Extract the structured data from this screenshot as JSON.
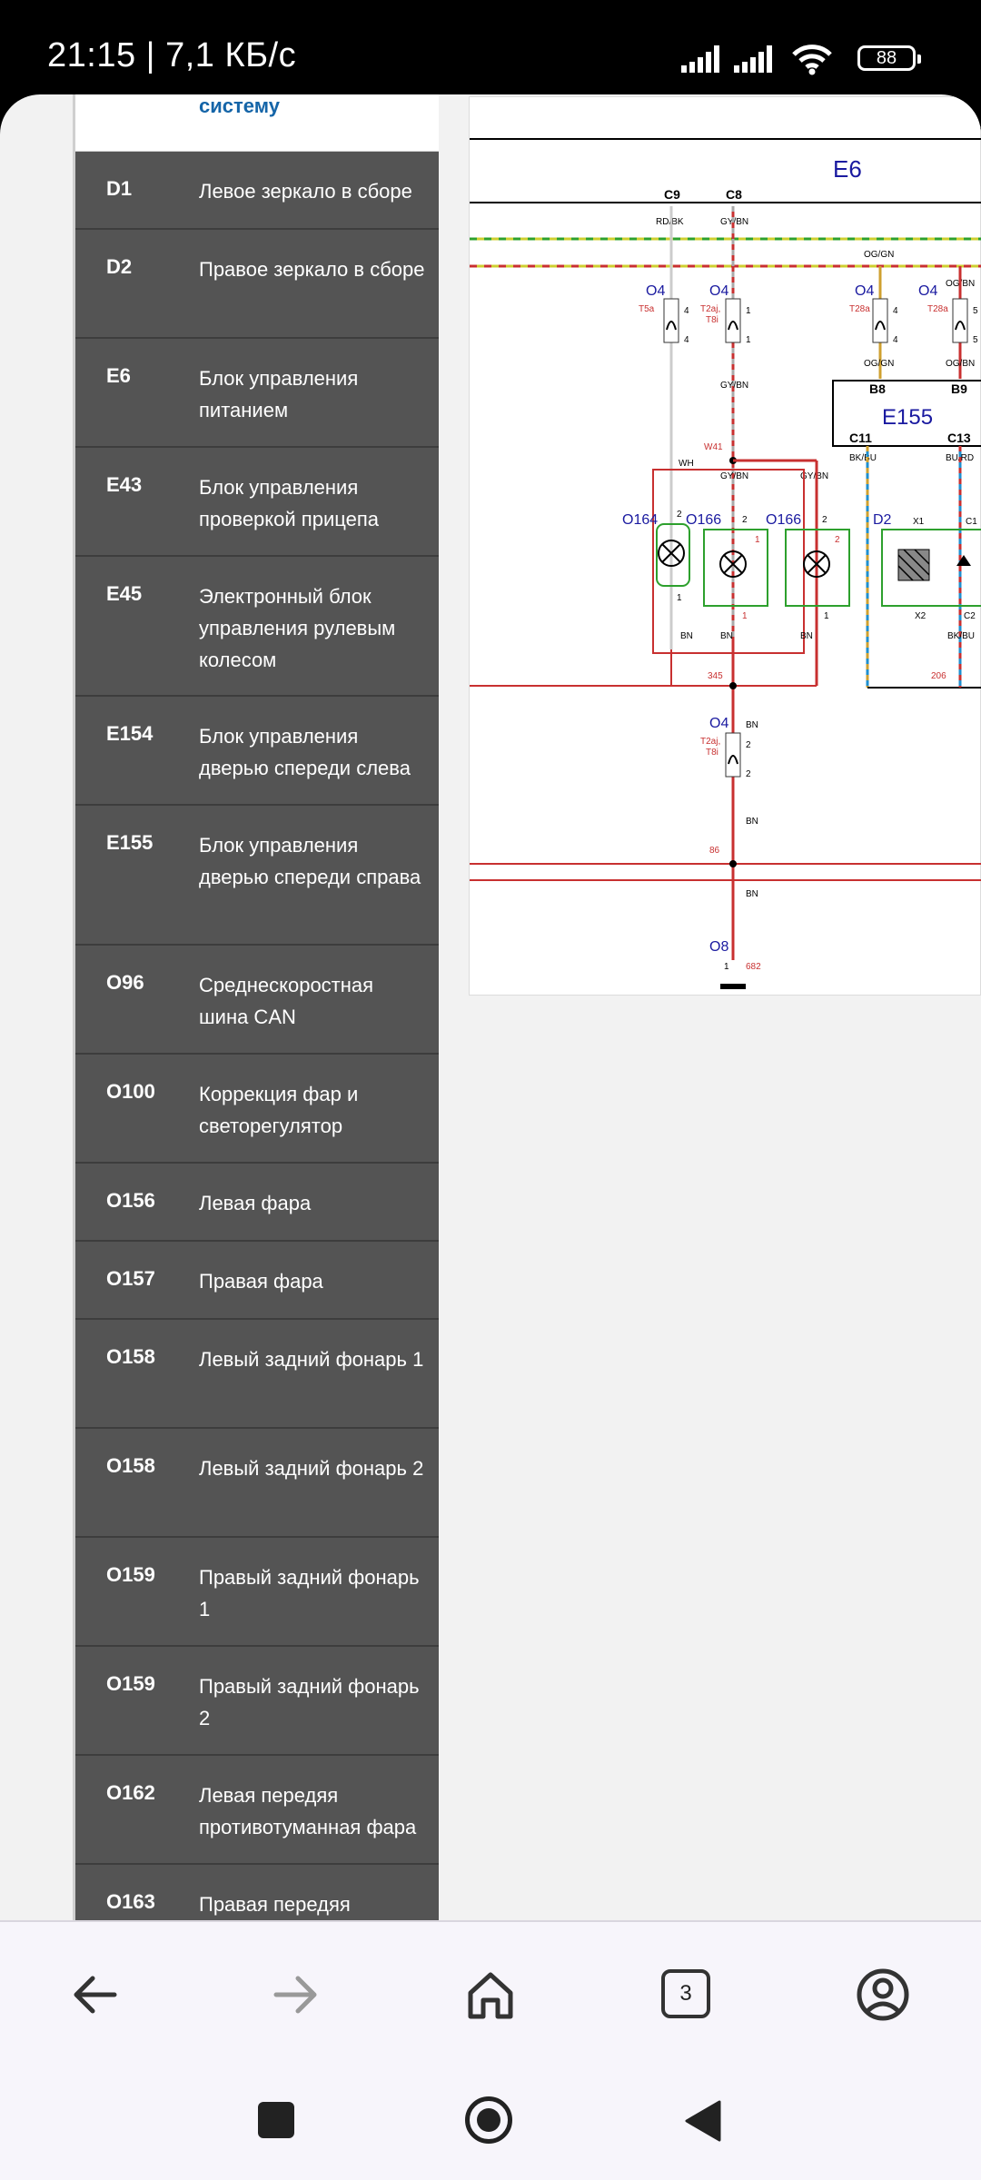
{
  "status_bar": {
    "time_speed": "21:15 | 7,1 КБ/с",
    "battery": "88"
  },
  "legend": {
    "top_label": "систему",
    "rows": [
      {
        "code": "D1",
        "desc": "Левое зеркало в сборе"
      },
      {
        "code": "D2",
        "desc": "Правое зеркало в сборе"
      },
      {
        "code": "E6",
        "desc": "Блок управления питанием"
      },
      {
        "code": "E43",
        "desc": "Блок управления проверкой прицепа"
      },
      {
        "code": "E45",
        "desc": "Электронный блок управления рулевым колесом"
      },
      {
        "code": "E154",
        "desc": "Блок управления дверью спереди слева"
      },
      {
        "code": "E155",
        "desc": "Блок управления дверью спереди справа"
      },
      {
        "code": "O96",
        "desc": "Среднескоростная шина CAN"
      },
      {
        "code": "O100",
        "desc": "Коррекция фар и светорегулятор"
      },
      {
        "code": "O156",
        "desc": "Левая фара"
      },
      {
        "code": "O157",
        "desc": "Правая фара"
      },
      {
        "code": "O158",
        "desc": "Левый задний фонарь 1"
      },
      {
        "code": "O158",
        "desc": "Левый задний фонарь 2"
      },
      {
        "code": "O159",
        "desc": "Правый задний фонарь 1"
      },
      {
        "code": "O159",
        "desc": "Правый задний фонарь 2"
      },
      {
        "code": "O162",
        "desc": "Левая передяя противотуманная фара"
      },
      {
        "code": "O163",
        "desc": "Правая передяя"
      }
    ]
  },
  "diagram": {
    "module_e6": "E6",
    "module_e155": "E155",
    "pin_c9": "C9",
    "pin_c8": "C8",
    "pin_b8": "B8",
    "pin_b9": "B9",
    "pin_c11": "C11",
    "pin_c13": "C13",
    "wire_rdbk": "RD/BK",
    "wire_gybn": "GY/BN",
    "wire_oggn": "OG/GN",
    "wire_ogbn": "OG/BN",
    "wire_bkbu": "BK/BU",
    "wire_burd": "BU/RD",
    "wire_wh": "WH",
    "wire_bn": "BN",
    "conn_o4": "O4",
    "conn_t5a": "T5a",
    "conn_t2aj": "T2aj,",
    "conn_t8i": "T8i",
    "conn_t28a": "T28a",
    "splice_w41": "W41",
    "splice_345": "345",
    "splice_206": "206",
    "splice_86": "86",
    "lamp_o164": "O164",
    "lamp_o166": "O166",
    "sw_d2": "D2",
    "pin_x1": "X1",
    "pin_x2": "X2",
    "pin_c1": "C1",
    "pin_c2": "C2",
    "ground_o8": "O8",
    "ground_682": "682",
    "n1": "1",
    "n2": "2",
    "n4": "4",
    "n5": "5"
  },
  "nav": {
    "tabs_count": "3"
  }
}
